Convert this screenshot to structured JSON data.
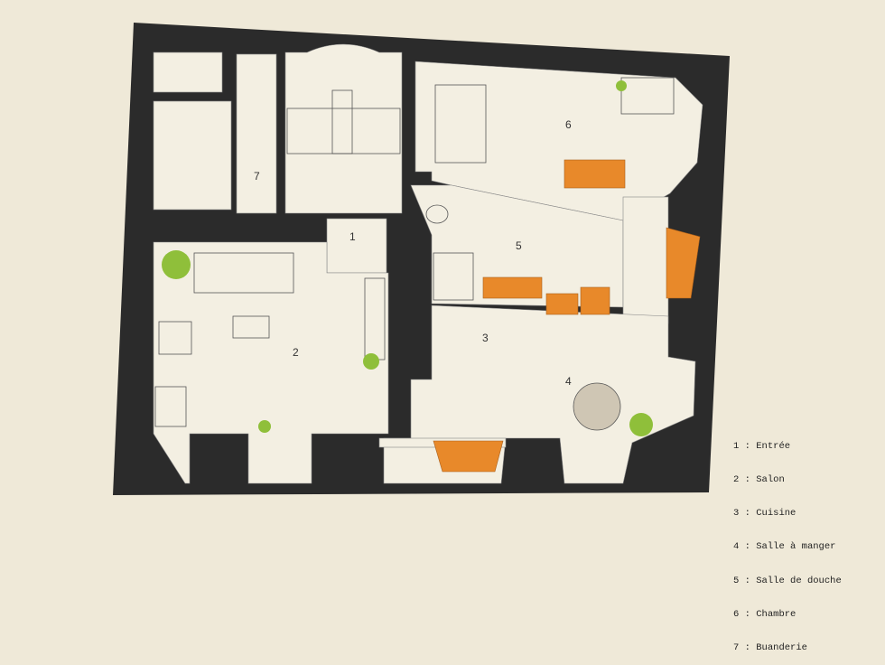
{
  "colors": {
    "wall": "#2b2b2b",
    "floor": "#f3efe2",
    "furniture_accent": "#e8892a",
    "plant": "#8fbf3a",
    "background": "#efe9d8"
  },
  "rooms": [
    {
      "number": "1",
      "name": "Entrée"
    },
    {
      "number": "2",
      "name": "Salon"
    },
    {
      "number": "3",
      "name": "Cuisine"
    },
    {
      "number": "4",
      "name": "Salle à manger"
    },
    {
      "number": "5",
      "name": "Salle de douche"
    },
    {
      "number": "6",
      "name": "Chambre"
    },
    {
      "number": "7",
      "name": "Buanderie"
    }
  ],
  "legend_separator": ":"
}
